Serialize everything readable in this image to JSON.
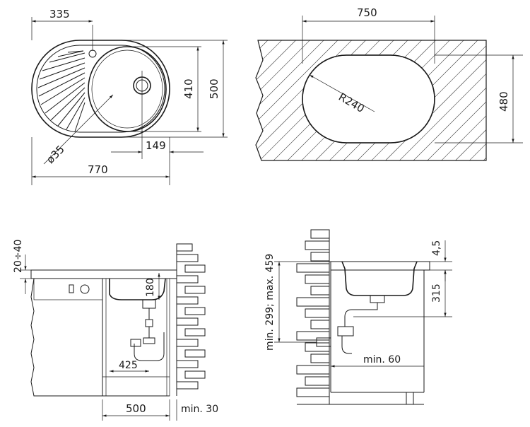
{
  "top_left": {
    "dim_drain_offset": "335",
    "dim_bowl_height": "410",
    "dim_overall_height": "500",
    "dim_drain_dia": "ø35",
    "dim_149": "149",
    "dim_overall_width": "770"
  },
  "top_right": {
    "dim_cutout_width": "750",
    "dim_radius": "R240",
    "dim_cutout_height": "480"
  },
  "bottom_left": {
    "dim_rim": "20÷40",
    "dim_180": "180",
    "dim_425": "425",
    "dim_500": "500",
    "dim_min30": "min. 30"
  },
  "bottom_right": {
    "dim_range": "min. 299; max. 459",
    "dim_4_5": "4,5",
    "dim_315": "315",
    "dim_min60": "min. 60"
  }
}
